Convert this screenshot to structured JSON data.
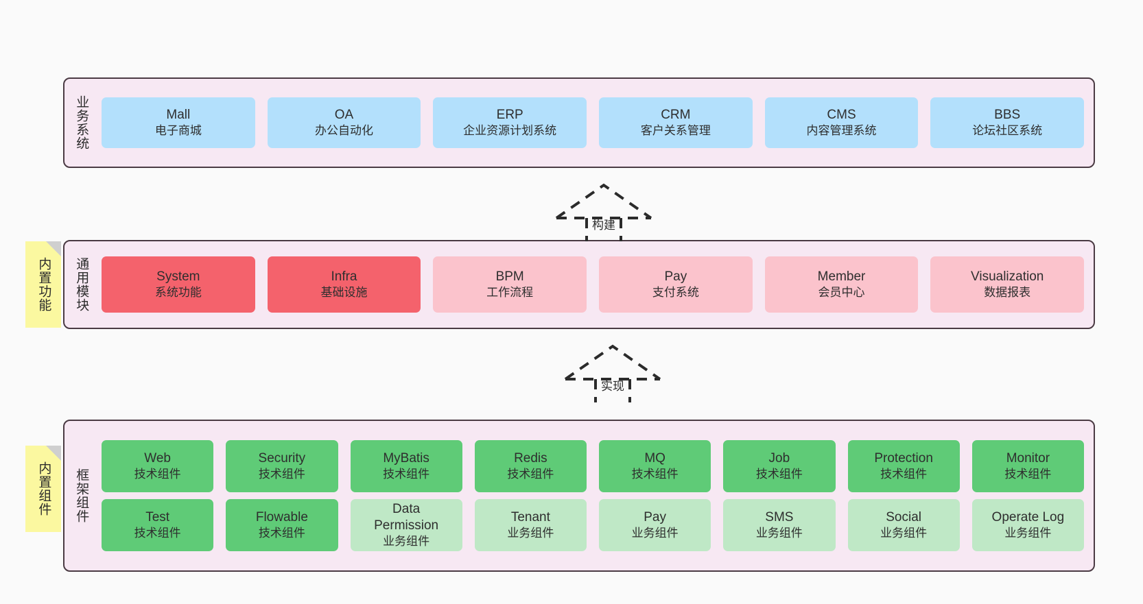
{
  "palette": {
    "background": "#fafafa",
    "panel_fill": "#f7e8f3",
    "panel_border": "#4a3a43",
    "blue_tile": "#b3e0fc",
    "red_tile": "#f4626c",
    "pink_tile": "#fbc3cc",
    "green_tile": "#5fcb77",
    "light_green_tile": "#bfe8c6",
    "note_fill": "#fbf8a0",
    "note_fold": "#cfcfcf",
    "text": "#2e2e2e"
  },
  "layers": {
    "business": {
      "title": "业务系统",
      "tiles": [
        {
          "en": "Mall",
          "cn": "电子商城"
        },
        {
          "en": "OA",
          "cn": "办公自动化"
        },
        {
          "en": "ERP",
          "cn": "企业资源计划系统"
        },
        {
          "en": "CRM",
          "cn": "客户关系管理"
        },
        {
          "en": "CMS",
          "cn": "内容管理系统"
        },
        {
          "en": "BBS",
          "cn": "论坛社区系统"
        }
      ]
    },
    "modules": {
      "title": "通用模块",
      "note": "内置功能",
      "tiles": [
        {
          "en": "System",
          "cn": "系统功能",
          "variant": "red"
        },
        {
          "en": "Infra",
          "cn": "基础设施",
          "variant": "red"
        },
        {
          "en": "BPM",
          "cn": "工作流程",
          "variant": "pink"
        },
        {
          "en": "Pay",
          "cn": "支付系统",
          "variant": "pink"
        },
        {
          "en": "Member",
          "cn": "会员中心",
          "variant": "pink"
        },
        {
          "en": "Visualization",
          "cn": "数据报表",
          "variant": "pink"
        }
      ]
    },
    "framework": {
      "title": "框架组件",
      "note": "内置组件",
      "row1": [
        {
          "en": "Web",
          "cn": "技术组件",
          "variant": "green"
        },
        {
          "en": "Security",
          "cn": "技术组件",
          "variant": "green"
        },
        {
          "en": "MyBatis",
          "cn": "技术组件",
          "variant": "green"
        },
        {
          "en": "Redis",
          "cn": "技术组件",
          "variant": "green"
        },
        {
          "en": "MQ",
          "cn": "技术组件",
          "variant": "green"
        },
        {
          "en": "Job",
          "cn": "技术组件",
          "variant": "green"
        },
        {
          "en": "Protection",
          "cn": "技术组件",
          "variant": "green"
        },
        {
          "en": "Monitor",
          "cn": "技术组件",
          "variant": "green"
        }
      ],
      "row2": [
        {
          "en": "Test",
          "cn": "技术组件",
          "variant": "green"
        },
        {
          "en": "Flowable",
          "cn": "技术组件",
          "variant": "green"
        },
        {
          "en": "Data Permission",
          "cn": "业务组件",
          "variant": "lightgreen"
        },
        {
          "en": "Tenant",
          "cn": "业务组件",
          "variant": "lightgreen"
        },
        {
          "en": "Pay",
          "cn": "业务组件",
          "variant": "lightgreen"
        },
        {
          "en": "SMS",
          "cn": "业务组件",
          "variant": "lightgreen"
        },
        {
          "en": "Social",
          "cn": "业务组件",
          "variant": "lightgreen"
        },
        {
          "en": "Operate Log",
          "cn": "业务组件",
          "variant": "lightgreen"
        }
      ]
    }
  },
  "arrows": {
    "build": {
      "label": "构建"
    },
    "implement": {
      "label": "实现"
    }
  }
}
